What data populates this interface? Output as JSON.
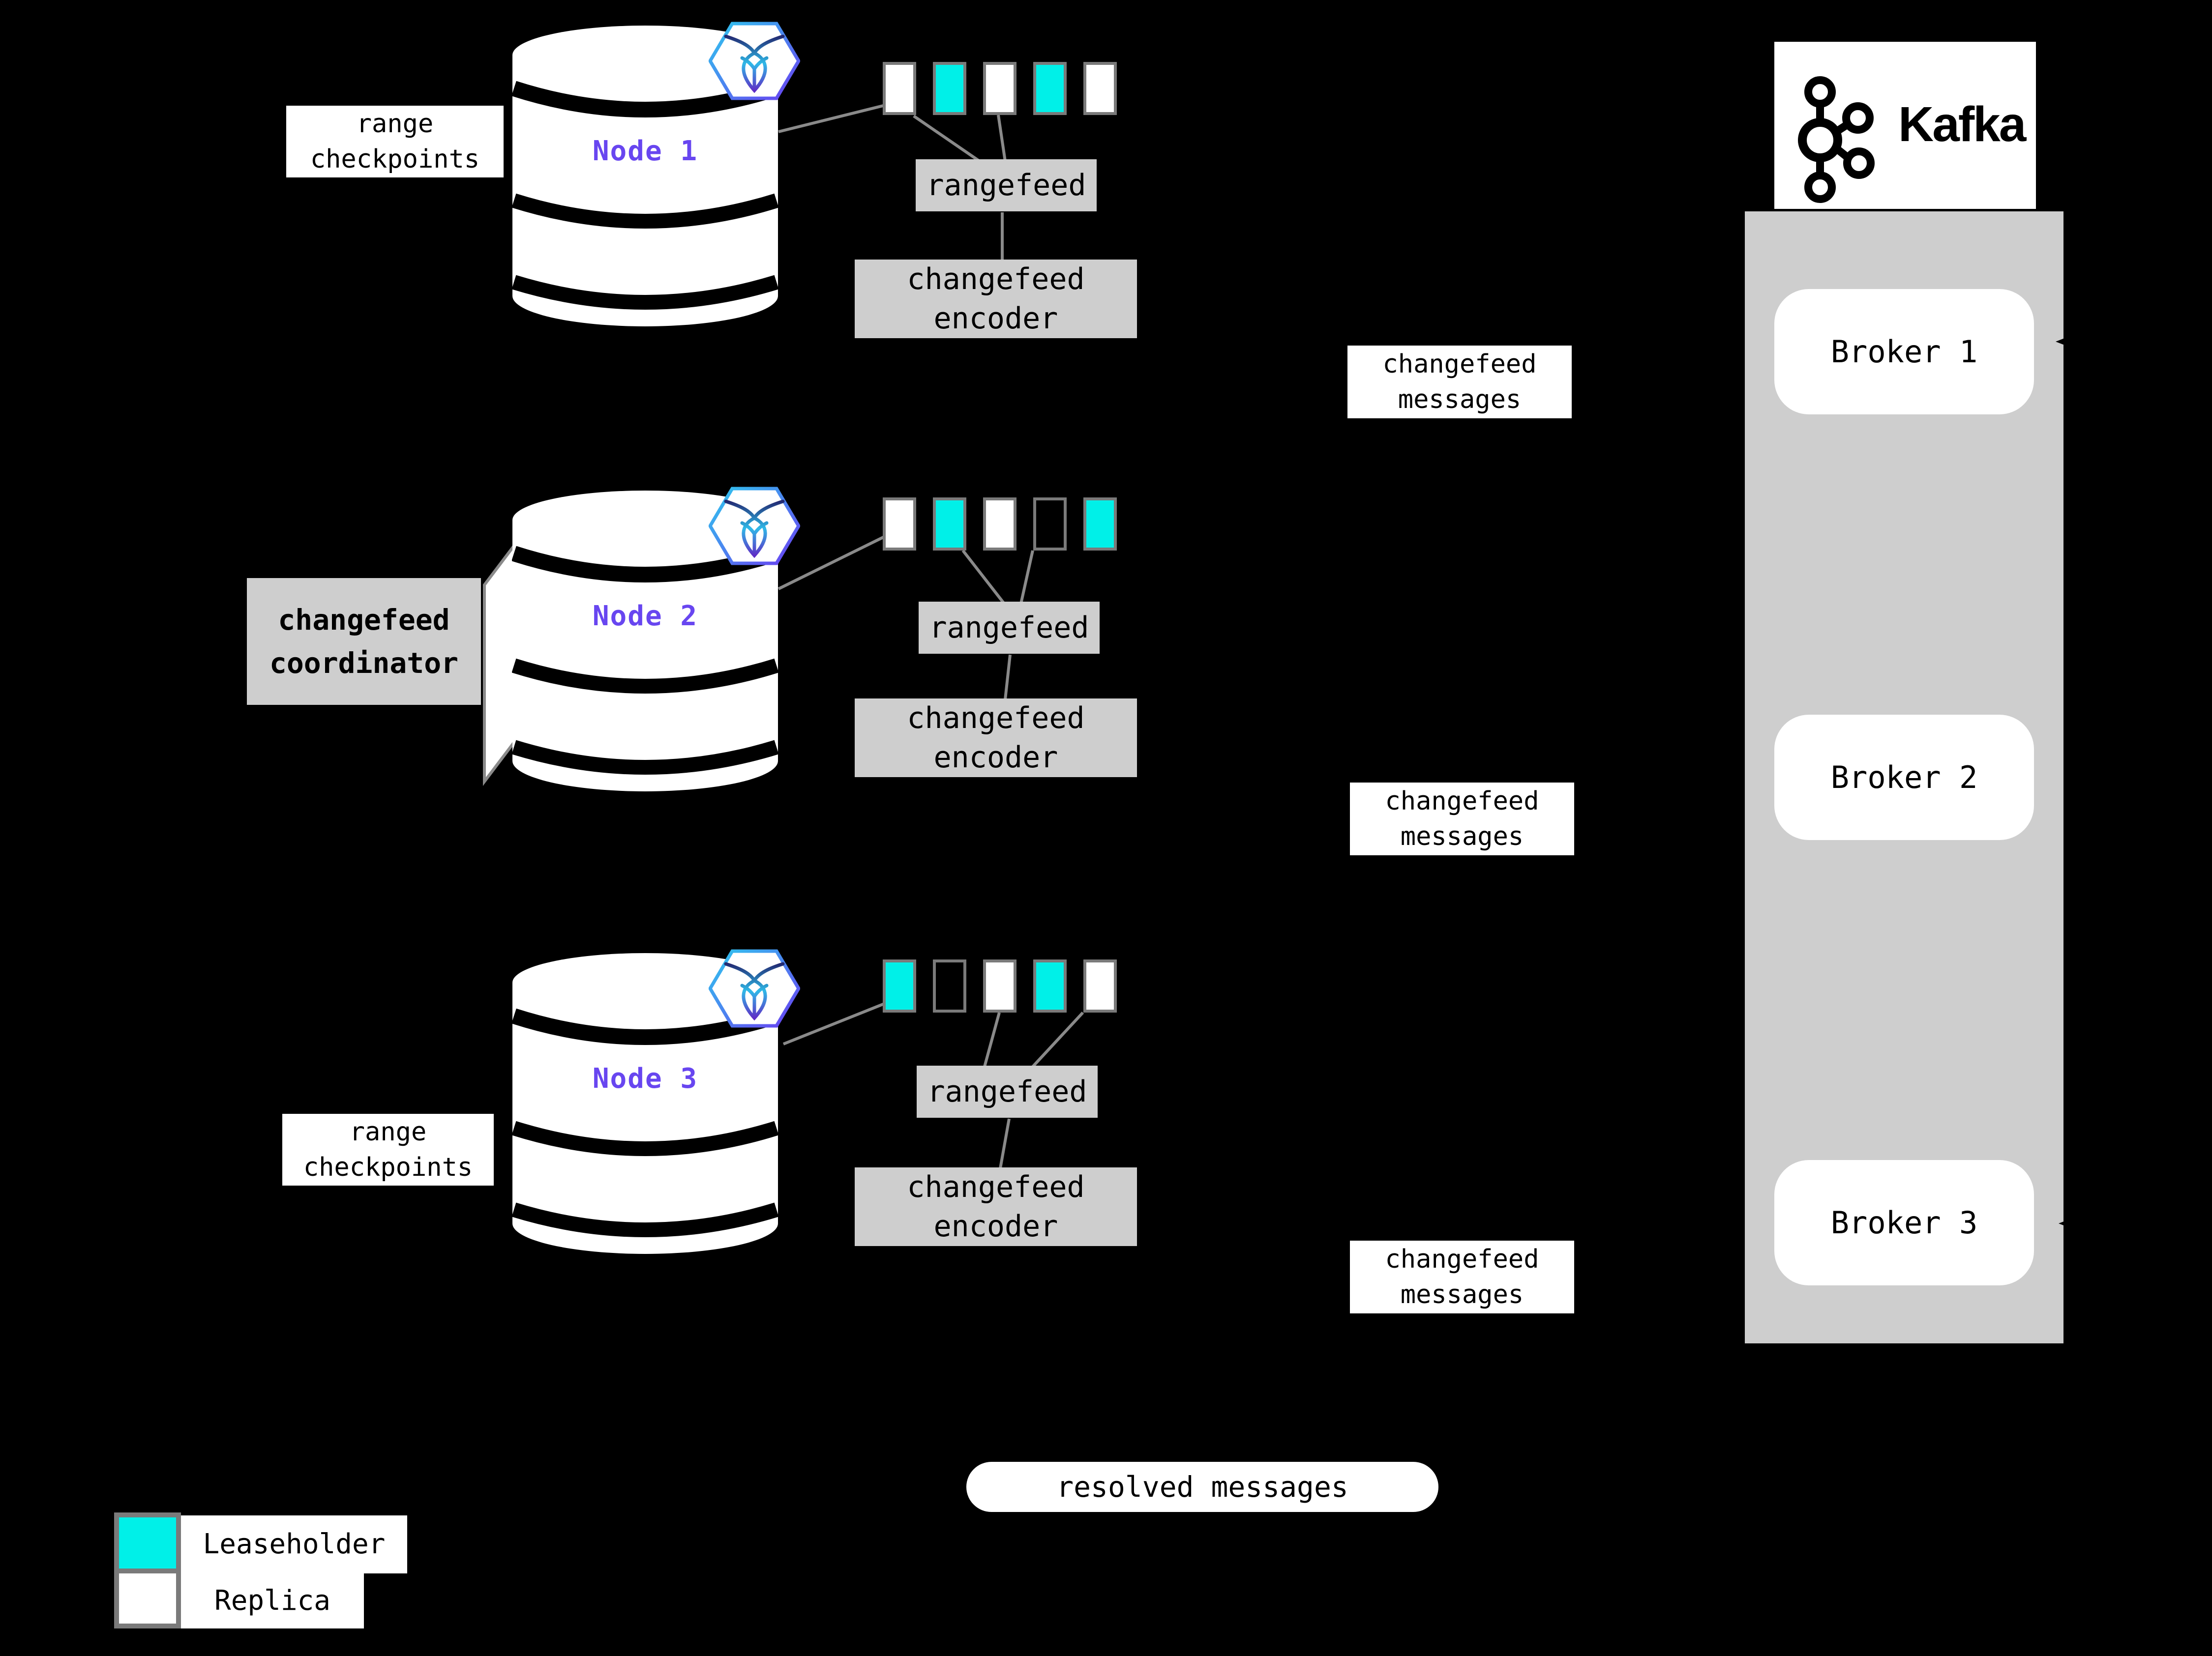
{
  "colors": {
    "background": "#000000",
    "white": "#ffffff",
    "accent_purple": "#6846f0",
    "leaseholder_cyan": "#00f0e8",
    "box_gray": "#cecece",
    "border_gray": "#7a7a7a",
    "line_gray": "#8a8a8a",
    "hex_border_cyan": "#2ec9ee",
    "hex_border_purple": "#6a3df2"
  },
  "labels": {
    "range_checkpoints": "range\ncheckpoints",
    "rangefeed": "rangefeed",
    "changefeed_encoder": "changefeed\nencoder",
    "changefeed_messages": "changefeed\nmessages",
    "changefeed_coordinator": "changefeed\ncoordinator",
    "resolved_messages": "resolved messages"
  },
  "nodes": [
    {
      "label": "Node 1",
      "ranges": [
        "replica",
        "leaseholder",
        "replica",
        "leaseholder",
        "replica"
      ]
    },
    {
      "label": "Node 2",
      "ranges": [
        "replica",
        "leaseholder",
        "replica",
        "none",
        "leaseholder"
      ]
    },
    {
      "label": "Node 3",
      "ranges": [
        "leaseholder",
        "none",
        "replica",
        "leaseholder",
        "replica"
      ]
    }
  ],
  "kafka": {
    "logo_text": "Kafka",
    "brokers": [
      {
        "label": "Broker 1"
      },
      {
        "label": "Broker 2"
      },
      {
        "label": "Broker 3"
      }
    ]
  },
  "legend": {
    "items": [
      {
        "type": "leaseholder",
        "label": "Leaseholder"
      },
      {
        "type": "replica",
        "label": "Replica"
      }
    ]
  }
}
